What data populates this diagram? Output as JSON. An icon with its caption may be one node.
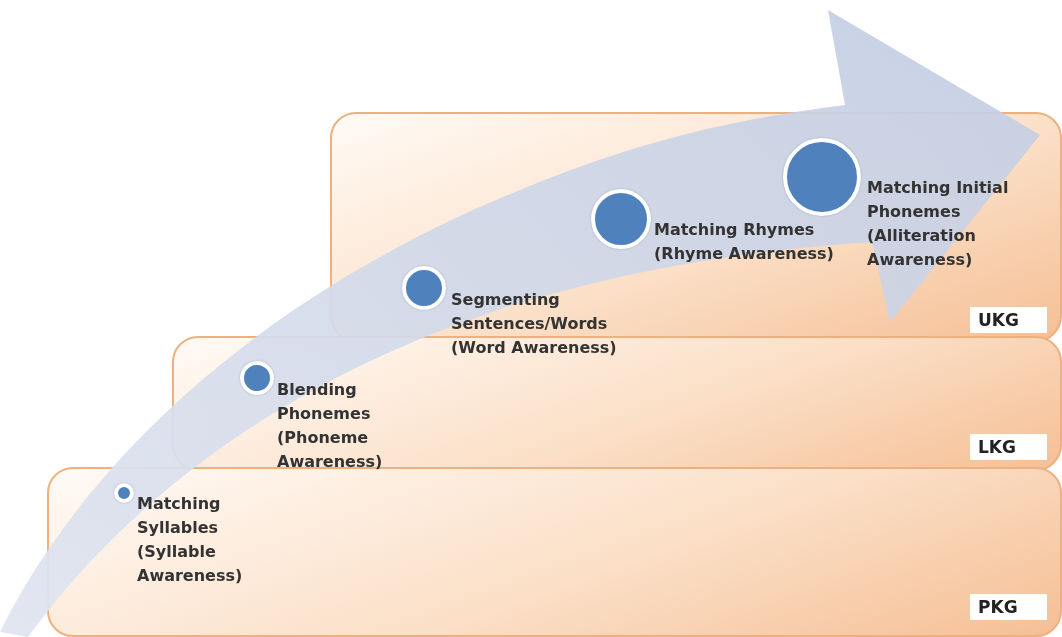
{
  "diagram": {
    "nodes": [
      {
        "text": [
          "UKG"
        ]
      },
      {
        "text": [
          "LKG"
        ]
      },
      {
        "text": [
          "PKG"
        ]
      },
      {
        "text": [],
        "shape": "circle",
        "in": 2,
        "beside": [
          "Matching Syllables (Syllable Awareness)"
        ]
      },
      {
        "text": [],
        "shape": "circle",
        "in": 1,
        "beside": [
          "Blending Phonemes (Phoneme Awareness)"
        ]
      },
      {
        "text": [],
        "shape": "circle",
        "in": 0,
        "beside": [
          "Segmenting Sentences/Words (Word Awareness)"
        ]
      },
      {
        "text": [],
        "shape": "circle",
        "in": 0,
        "beside": [
          "Matching Rhymes (Rhyme Awareness)"
        ]
      },
      {
        "text": [],
        "shape": "circle",
        "in": 0,
        "beside": [
          "Matching Initial Phonemes (Alliteration Awareness)"
        ]
      }
    ],
    "edges": []
  }
}
